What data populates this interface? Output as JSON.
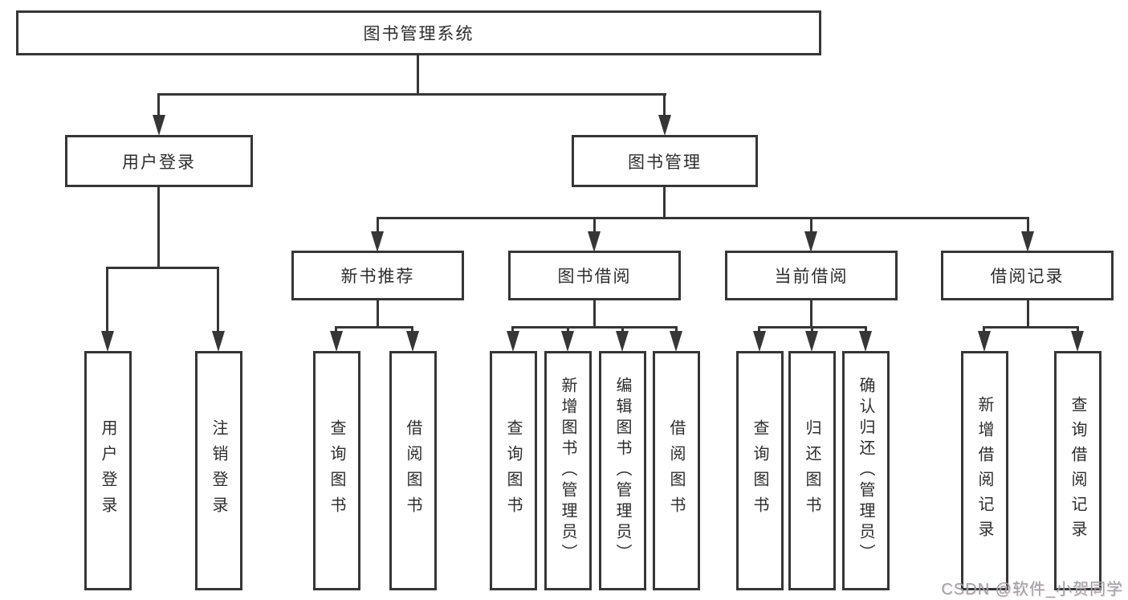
{
  "diagram_title": "图书管理系统",
  "watermark": "CSDN @软件_小贺同学",
  "colors": {
    "line": "#363636",
    "node_border": "#363636",
    "node_text": "#2d2d2d",
    "background": "#ffffff",
    "watermark_text": "#9ba1ab"
  },
  "tree": {
    "root": {
      "label": "图书管理系统"
    },
    "branches": [
      {
        "label": "用户登录",
        "children": [
          {
            "label": "用户登录"
          },
          {
            "label": "注销登录"
          }
        ]
      },
      {
        "label": "图书管理",
        "children": [
          {
            "label": "新书推荐",
            "children": [
              {
                "label": "查询图书"
              },
              {
                "label": "借阅图书"
              }
            ]
          },
          {
            "label": "图书借阅",
            "children": [
              {
                "label": "查询图书"
              },
              {
                "label": "新增图书（管理员）"
              },
              {
                "label": "编辑图书（管理员）"
              },
              {
                "label": "借阅图书"
              }
            ]
          },
          {
            "label": "当前借阅",
            "children": [
              {
                "label": "查询图书"
              },
              {
                "label": "归还图书"
              },
              {
                "label": "确认归还（管理员）"
              }
            ]
          },
          {
            "label": "借阅记录",
            "children": [
              {
                "label": "新增借阅记录"
              },
              {
                "label": "查询借阅记录"
              }
            ]
          }
        ]
      }
    ]
  }
}
